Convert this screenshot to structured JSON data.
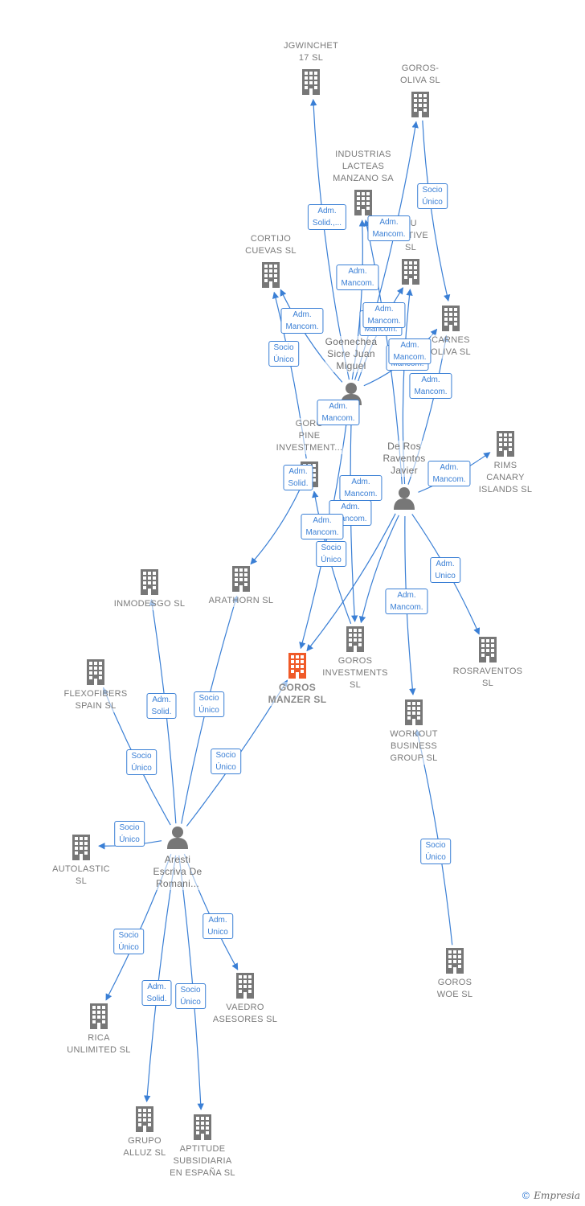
{
  "colors": {
    "edge": "#3a7fd5",
    "node": "#777777",
    "highlight": "#f05a28"
  },
  "nodes": [
    {
      "id": "jgwinchet",
      "kind": "company",
      "label": [
        "JGWINCHET",
        "17  SL"
      ]
    },
    {
      "id": "goros_oliva",
      "kind": "company",
      "label": [
        "GOROS-",
        "OLIVA  SL"
      ]
    },
    {
      "id": "industrias",
      "kind": "company",
      "label": [
        "INDUSTRIAS",
        "LACTEAS",
        "MANZANO SA"
      ]
    },
    {
      "id": "automotive",
      "kind": "company",
      "label": [
        "AU",
        "MOTIVE",
        "SL"
      ]
    },
    {
      "id": "cortijo",
      "kind": "company",
      "label": [
        "CORTIJO",
        "CUEVAS SL"
      ]
    },
    {
      "id": "carnes",
      "kind": "company",
      "label": [
        "CARNES",
        "OLIVA SL"
      ]
    },
    {
      "id": "goenechea",
      "kind": "person",
      "label": [
        "Goenechea",
        "Sicre Juan",
        "Miguel"
      ]
    },
    {
      "id": "rims",
      "kind": "company",
      "label": [
        "RIMS",
        "CANARY",
        "ISLANDS  SL"
      ]
    },
    {
      "id": "goros_pine",
      "kind": "company",
      "label": [
        "GORO",
        "PINE",
        "INVESTMENT..."
      ]
    },
    {
      "id": "deros",
      "kind": "person",
      "label": [
        "De Ros",
        "Raventos",
        "Javier"
      ]
    },
    {
      "id": "inmodesgo",
      "kind": "company",
      "label": [
        "INMODESGO SL"
      ]
    },
    {
      "id": "arathorn",
      "kind": "company",
      "label": [
        "ARATHORN  SL"
      ]
    },
    {
      "id": "goros_manzer",
      "kind": "main",
      "label": [
        "GOROS",
        "MANZER  SL"
      ]
    },
    {
      "id": "goros_inv",
      "kind": "company",
      "label": [
        "GOROS",
        "INVESTMENTS",
        "SL"
      ]
    },
    {
      "id": "rosraventos",
      "kind": "company",
      "label": [
        "ROSRAVENTOS",
        "SL"
      ]
    },
    {
      "id": "flexofibers",
      "kind": "company",
      "label": [
        "FLEXOFIBERS",
        "SPAIN  SL"
      ]
    },
    {
      "id": "workout",
      "kind": "company",
      "label": [
        "WORKOUT",
        "BUSINESS",
        "GROUP  SL"
      ]
    },
    {
      "id": "aresti",
      "kind": "person",
      "label": [
        "Aresti",
        "Escriva De",
        "Romani..."
      ]
    },
    {
      "id": "autolastic",
      "kind": "company",
      "label": [
        "AUTOLASTIC",
        "SL"
      ]
    },
    {
      "id": "goros_woe",
      "kind": "company",
      "label": [
        "GOROS",
        "WOE  SL"
      ]
    },
    {
      "id": "vaedro",
      "kind": "company",
      "label": [
        "VAEDRO",
        "ASESORES  SL"
      ]
    },
    {
      "id": "rica",
      "kind": "company",
      "label": [
        "RICA",
        "UNLIMITED  SL"
      ]
    },
    {
      "id": "grupo_alluz",
      "kind": "company",
      "label": [
        "GRUPO",
        "ALLUZ SL"
      ]
    },
    {
      "id": "aptitude",
      "kind": "company",
      "label": [
        "APTITUDE",
        "SUBSIDIARIA",
        "EN ESPAÑA  SL"
      ]
    }
  ],
  "edges": [
    {
      "from": "goenechea",
      "to": "jgwinchet",
      "label": [
        "Adm.",
        "Solid.,..."
      ]
    },
    {
      "from": "goenechea",
      "to": "industrias",
      "label": [
        "Adm.",
        "Mancom."
      ]
    },
    {
      "from": "goenechea",
      "to": "automotive",
      "label": [
        "Adm.",
        "Mancom."
      ]
    },
    {
      "from": "goenechea",
      "to": "goros_oliva",
      "label": [
        "Adm.",
        "Mancom."
      ]
    },
    {
      "from": "goenechea",
      "to": "cortijo",
      "label": [
        "Adm.",
        "Mancom."
      ]
    },
    {
      "from": "goenechea",
      "to": "carnes",
      "label": [
        "Adm.",
        "Mancom."
      ]
    },
    {
      "from": "goros_pine",
      "to": "cortijo",
      "label": [
        "Socio",
        "Único"
      ]
    },
    {
      "from": "goros_oliva",
      "to": "carnes",
      "label": [
        "Socio",
        "Único"
      ]
    },
    {
      "from": "goenechea",
      "to": "goros_manzer",
      "label": [
        "Adm.",
        "Mancom."
      ]
    },
    {
      "from": "goenechea",
      "to": "goros_inv",
      "label": [
        "Adm.",
        "Mancom."
      ]
    },
    {
      "from": "goros_pine",
      "to": "arathorn",
      "label": [
        "Adm.",
        "Solid."
      ]
    },
    {
      "from": "deros",
      "to": "industrias",
      "label": [
        "Adm.",
        "Mancom."
      ]
    },
    {
      "from": "deros",
      "to": "automotive",
      "label": [
        "Adm.",
        "Mancom."
      ]
    },
    {
      "from": "deros",
      "to": "carnes",
      "label": [
        "Adm.",
        "Mancom."
      ]
    },
    {
      "from": "deros",
      "to": "rims",
      "label": [
        "Adm.",
        "Mancom."
      ]
    },
    {
      "from": "deros",
      "to": "goros_inv",
      "label": [
        "Adm.",
        "Mancom."
      ]
    },
    {
      "from": "deros",
      "to": "goros_manzer",
      "label": [
        "Adm.",
        "Mancom."
      ]
    },
    {
      "from": "deros",
      "to": "rosraventos",
      "label": [
        "Adm.",
        "Unico"
      ]
    },
    {
      "from": "deros",
      "to": "workout",
      "label": [
        "Adm.",
        "Mancom."
      ]
    },
    {
      "from": "goros_inv",
      "to": "goros_pine",
      "label": [
        "Socio",
        "Único"
      ]
    },
    {
      "from": "aresti",
      "to": "inmodesgo",
      "label": [
        "Adm.",
        "Solid."
      ]
    },
    {
      "from": "aresti",
      "to": "arathorn",
      "label": [
        "Socio",
        "Único"
      ]
    },
    {
      "from": "aresti",
      "to": "flexofibers",
      "label": [
        "Socio",
        "Único"
      ]
    },
    {
      "from": "aresti",
      "to": "goros_manzer",
      "label": [
        "Socio",
        "Único"
      ]
    },
    {
      "from": "aresti",
      "to": "autolastic",
      "label": [
        "Socio",
        "Único"
      ]
    },
    {
      "from": "aresti",
      "to": "vaedro",
      "label": [
        "Adm.",
        "Unico"
      ]
    },
    {
      "from": "aresti",
      "to": "rica",
      "label": [
        "Socio",
        "Único"
      ]
    },
    {
      "from": "aresti",
      "to": "grupo_alluz",
      "label": [
        "Adm.",
        "Solid."
      ]
    },
    {
      "from": "aresti",
      "to": "aptitude",
      "label": [
        "Socio",
        "Único"
      ]
    },
    {
      "from": "goros_woe",
      "to": "workout",
      "label": [
        "Socio",
        "Único"
      ]
    }
  ],
  "copyright": {
    "symbol": "©",
    "brand": "Empresia"
  }
}
